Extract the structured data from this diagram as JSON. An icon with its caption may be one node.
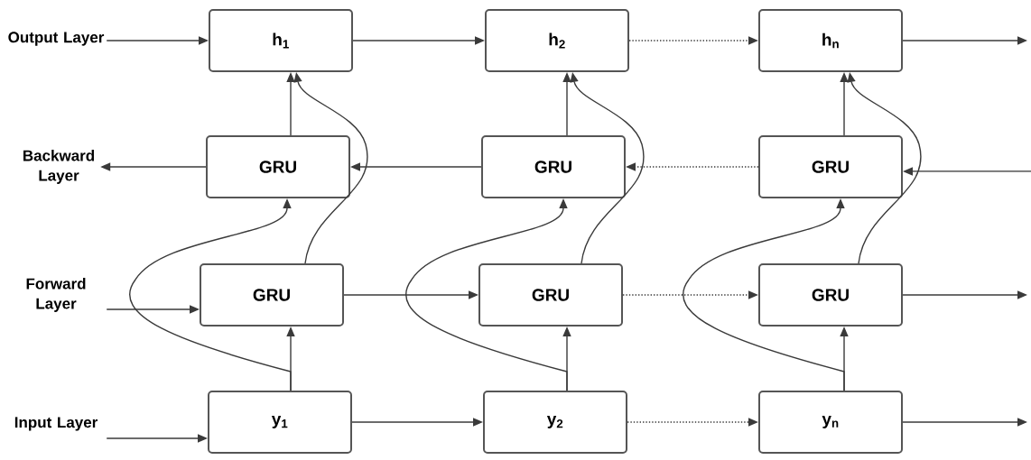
{
  "diagram": {
    "nodes": [
      {
        "text": [
          "Output Layer"
        ]
      },
      {
        "text": [
          "h$_{1}$"
        ]
      },
      {
        "text": [
          "h$_{2}$"
        ]
      },
      {
        "text": [
          "h$_{n}$"
        ]
      },
      {
        "text": [
          "Backward Layer"
        ]
      },
      {
        "text": [
          "GRU"
        ]
      },
      {
        "text": [
          "GRU"
        ]
      },
      {
        "text": [
          "GRU"
        ]
      },
      {
        "text": [
          "Forward Layer"
        ]
      },
      {
        "text": [
          "GRU"
        ]
      },
      {
        "text": [
          "GRU"
        ]
      },
      {
        "text": [
          "GRU"
        ]
      },
      {
        "text": [
          "Input Layer"
        ]
      },
      {
        "text": [
          "y$_{1}$"
        ]
      },
      {
        "text": [
          "y$_{2}$"
        ]
      },
      {
        "text": [
          "y$_{n}$"
        ]
      }
    ],
    "edges": [
      {
        "from": 0,
        "to": 1,
        "arrow": "to"
      },
      {
        "from": 1,
        "to": 2,
        "arrow": "to"
      },
      {
        "from": 2,
        "to": 3,
        "arrow": "to",
        "style": "dashed"
      },
      {
        "from": 3,
        "to": null,
        "arrow": "to"
      },
      {
        "from": 5,
        "to": 4,
        "arrow": "to"
      },
      {
        "from": 6,
        "to": 5,
        "arrow": "to"
      },
      {
        "from": 7,
        "to": 6,
        "arrow": "to",
        "style": "dashed"
      },
      {
        "from": null,
        "to": 7,
        "arrow": "to"
      },
      {
        "from": 8,
        "to": 9,
        "arrow": "to"
      },
      {
        "from": 9,
        "to": 10,
        "arrow": "to"
      },
      {
        "from": 10,
        "to": 11,
        "arrow": "to",
        "style": "dashed"
      },
      {
        "from": 11,
        "to": null,
        "arrow": "to"
      },
      {
        "from": 12,
        "to": 13,
        "arrow": "to"
      },
      {
        "from": 13,
        "to": 14,
        "arrow": "to"
      },
      {
        "from": 14,
        "to": 15,
        "arrow": "to",
        "style": "dashed"
      },
      {
        "from": 15,
        "to": null,
        "arrow": "to"
      },
      {
        "from": 13,
        "to": 9,
        "arrow": "to"
      },
      {
        "from": 13,
        "to": 5,
        "arrow": "to"
      },
      {
        "from": 5,
        "to": 1,
        "arrow": "to"
      },
      {
        "from": 9,
        "to": 1,
        "arrow": "to"
      },
      {
        "from": 14,
        "to": 10,
        "arrow": "to"
      },
      {
        "from": 14,
        "to": 6,
        "arrow": "to"
      },
      {
        "from": 6,
        "to": 2,
        "arrow": "to"
      },
      {
        "from": 10,
        "to": 2,
        "arrow": "to"
      },
      {
        "from": 15,
        "to": 11,
        "arrow": "to"
      },
      {
        "from": 15,
        "to": 7,
        "arrow": "to"
      },
      {
        "from": 7,
        "to": 3,
        "arrow": "to"
      },
      {
        "from": 11,
        "to": 3,
        "arrow": "to"
      }
    ]
  }
}
